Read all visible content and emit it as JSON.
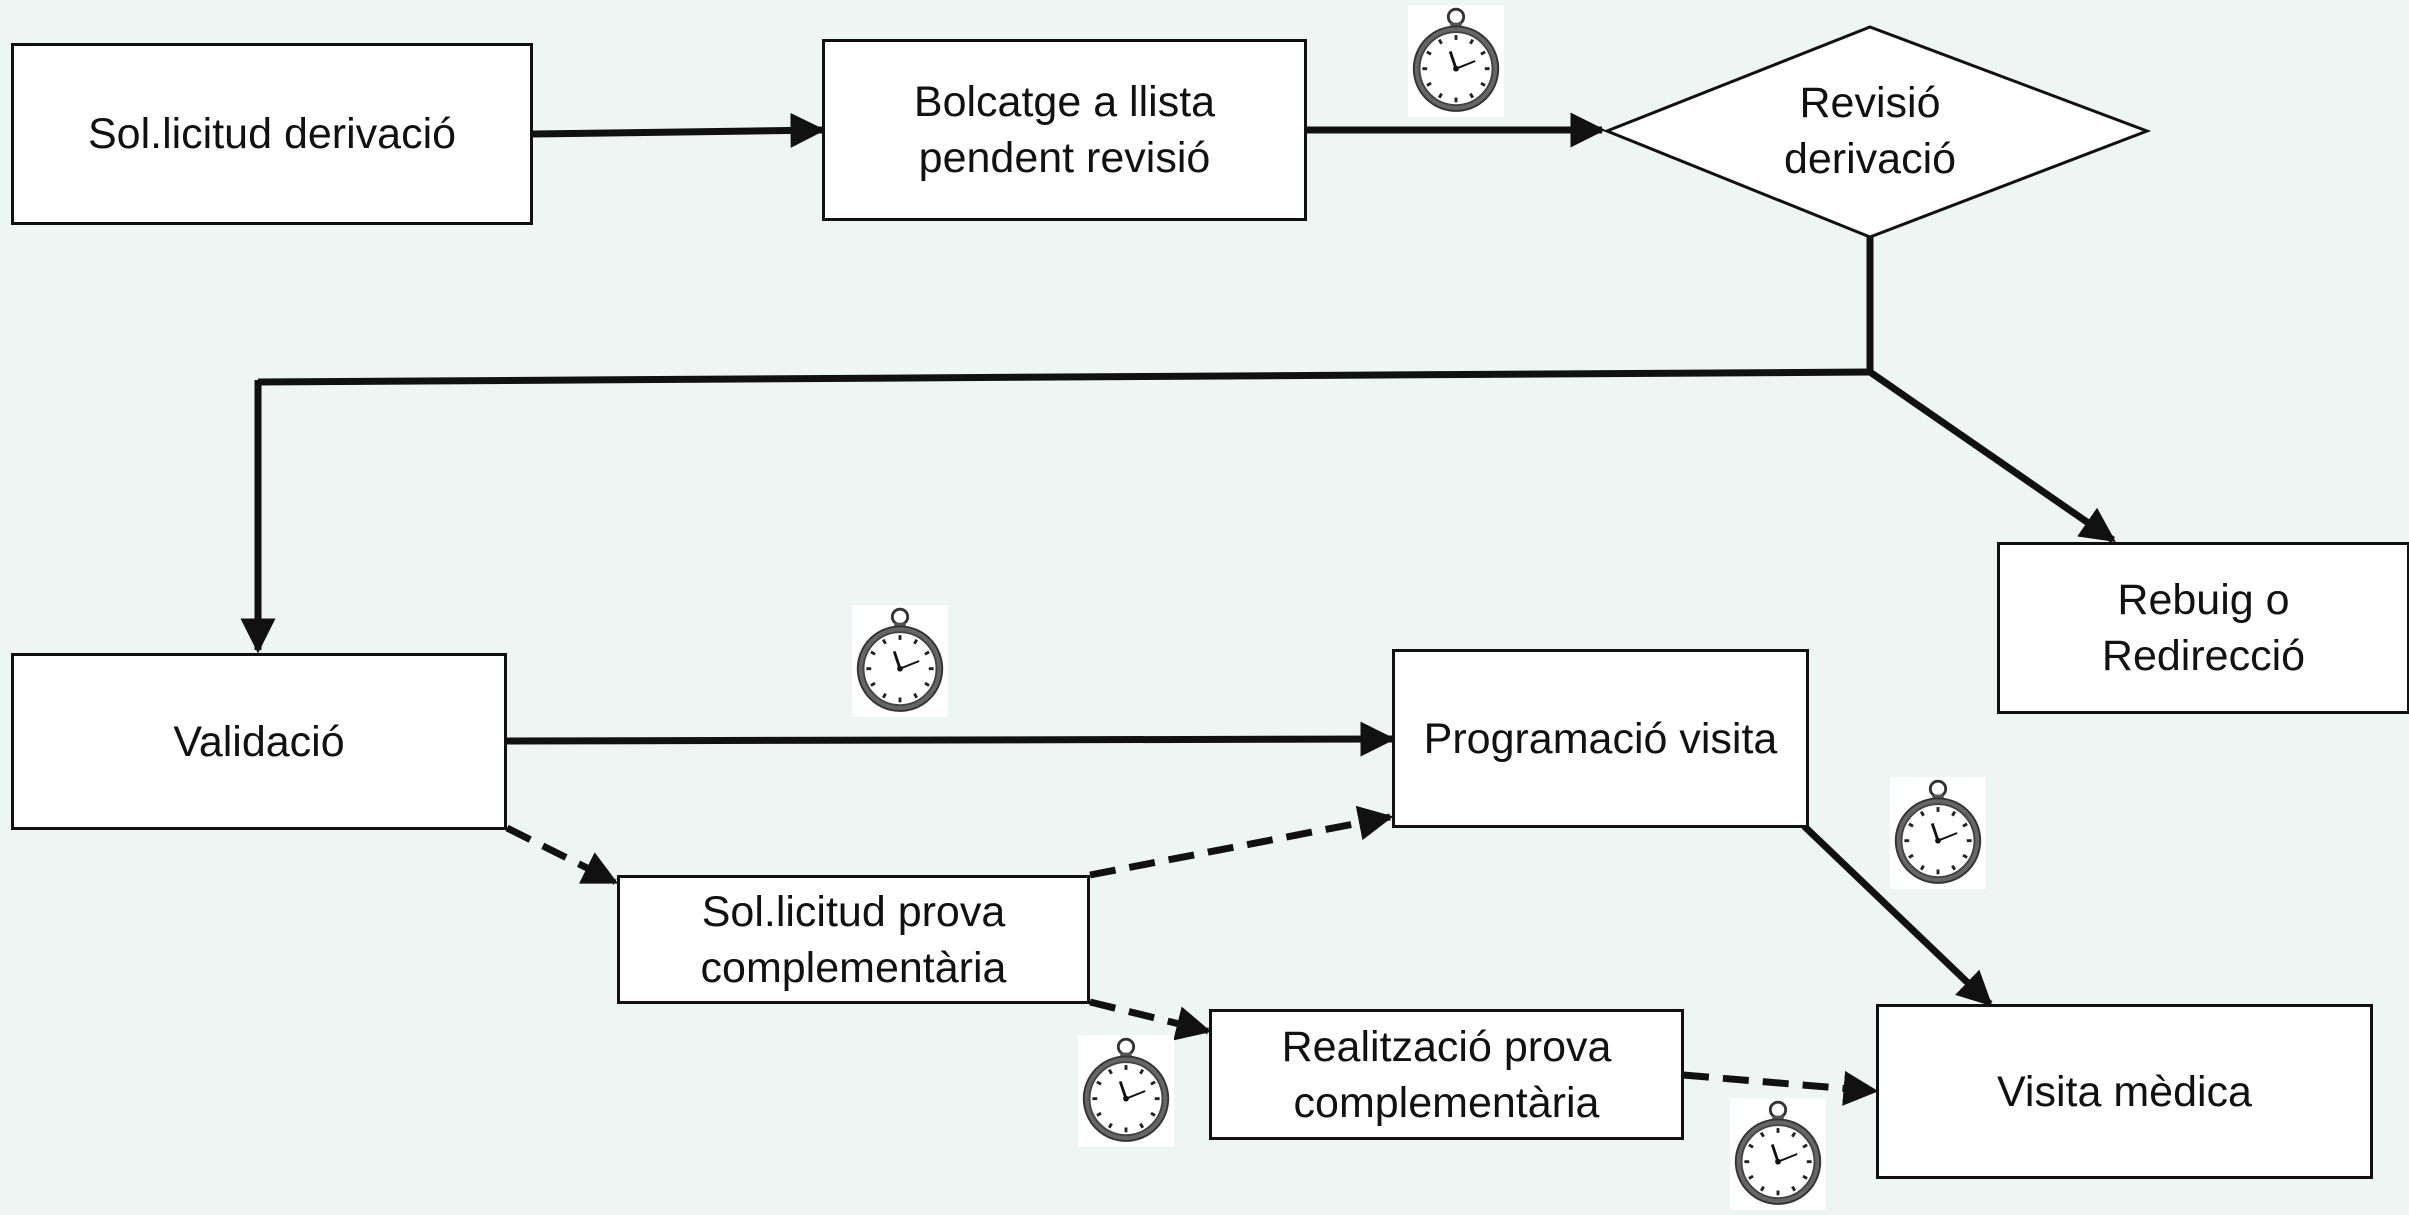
{
  "nodes": {
    "solicitud_derivacio": "Sol.licitud derivació",
    "bolcatge": "Bolcatge a llista pendent revisió",
    "revisio": "Revisió derivació",
    "rebuig": "Rebuig o Redirecció",
    "validacio": "Validació",
    "programacio": "Programació visita",
    "solicitud_prova": "Sol.licitud prova complementària",
    "realitzacio_prova": "Realització prova complementària",
    "visita_medica": "Visita mèdica"
  },
  "icons": {
    "timer": "stopwatch-icon"
  },
  "colors": {
    "background": "#eef6f4",
    "stroke": "#111111",
    "box": "#ffffff"
  }
}
